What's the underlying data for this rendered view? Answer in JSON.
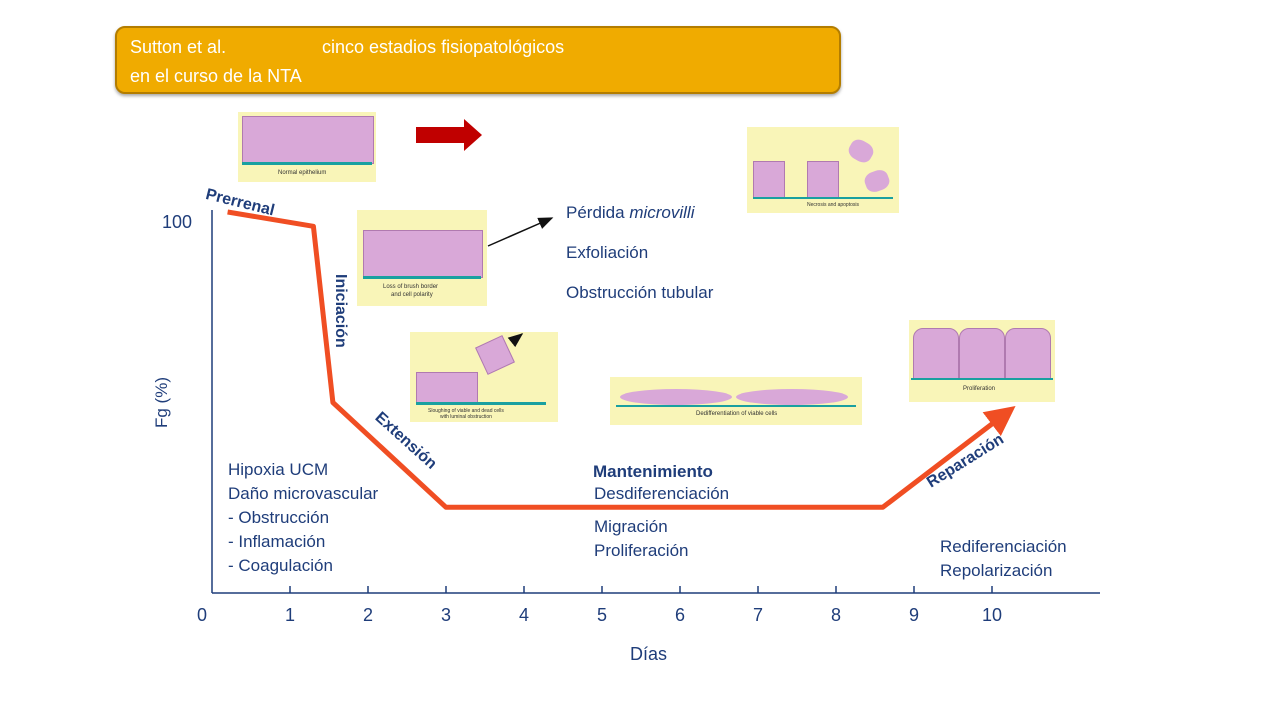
{
  "title": {
    "part1": "Sutton et al.",
    "part2": "cinco estadios fisiopatológicos",
    "part3": "en el curso de la NTA"
  },
  "chart_data": {
    "type": "line",
    "xlabel": "Días",
    "ylabel": "Fg (%)",
    "y_tick": "100",
    "x_ticks": [
      "0",
      "1",
      "2",
      "3",
      "4",
      "5",
      "6",
      "7",
      "8",
      "9",
      "10"
    ],
    "x": [
      0.2,
      1.3,
      1.55,
      3.0,
      8.6,
      10.2
    ],
    "y": [
      100,
      97,
      60,
      38,
      38,
      58
    ],
    "xlim": [
      0,
      11.5
    ],
    "ylim": [
      20,
      100
    ]
  },
  "stages": {
    "prerrenal": "Prerrenal",
    "iniciacion": "Iniciación",
    "extension": "Extensión",
    "mantenimiento": "Mantenimiento",
    "reparacion": "Reparación"
  },
  "notes": {
    "iniciacion": [
      "Pérdida microvilli",
      "Exfoliación",
      "Obstrucción tubular"
    ],
    "extension": [
      "Hipoxia UCM",
      "Daño microvascular",
      "- Obstrucción",
      "- Inflamación",
      "- Coagulación"
    ],
    "mantenimiento": [
      "Desdiferenciación",
      "Migración",
      "Proliferación"
    ],
    "reparacion": [
      "Rediferenciación",
      "Repolarización"
    ]
  },
  "panels": {
    "normal": "Normal epithelium",
    "loss": [
      "Loss of brush border",
      "and cell polarity"
    ],
    "sloughing": [
      "Sloughing of viable and dead cells",
      "with luminal obstruction"
    ],
    "necrosis": "Necrosis and apoptosis",
    "dediff": "Dedifferentiation of viable cells",
    "prolif": "Proliferation"
  },
  "colors": {
    "curve": "#f04e23",
    "text": "#1f3d7a",
    "title_bg": "#f0ab00",
    "arrow": "#c00000"
  }
}
